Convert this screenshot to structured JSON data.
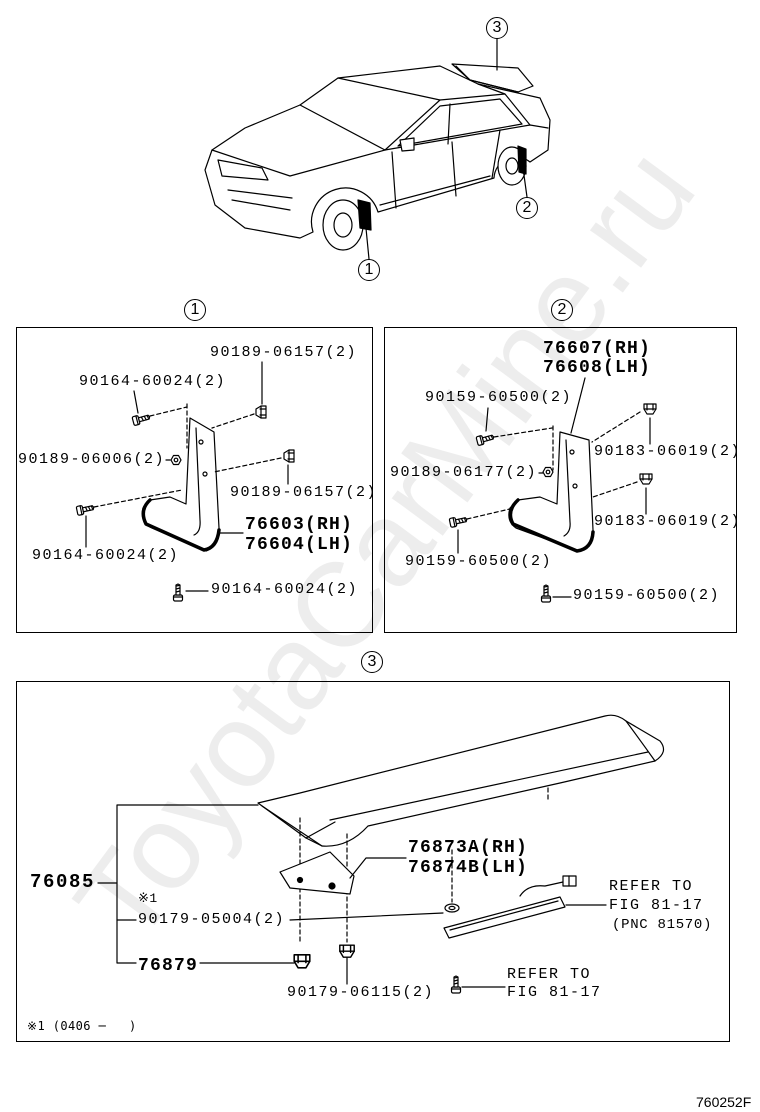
{
  "diagram": {
    "code": "760252F",
    "watermark": "ToyotaCarMine.ru"
  },
  "overview": {
    "callout_3": "3",
    "callout_2": "2",
    "callout_1": "1"
  },
  "section_1": {
    "number": "1",
    "clip_upper": "90189-06157(2)",
    "screw_upper": "90164-60024(2)",
    "nut": "90189-06006(2)",
    "clip_lower": "90189-06157(2)",
    "mudguard_rh": "76603(RH)",
    "mudguard_lh": "76604(LH)",
    "screw_side": "90164-60024(2)",
    "screw_bottom": "90164-60024(2)"
  },
  "section_2": {
    "number": "2",
    "mudguard_rh": "76607(RH)",
    "mudguard_lh": "76608(LH)",
    "screw_upper": "90159-60500(2)",
    "clip_upper": "90183-06019(2)",
    "nut": "90189-06177(2)",
    "clip_lower": "90183-06019(2)",
    "screw_side": "90159-60500(2)",
    "screw_bottom": "90159-60500(2)"
  },
  "section_3": {
    "number": "3",
    "spoiler": "76085",
    "bracket_rh": "76873A(RH)",
    "bracket_lh": "76874B(LH)",
    "note_mark": "※1",
    "washer": "90179-05004(2)",
    "lamp_ref_line1": "REFER TO",
    "lamp_ref_line2": "FIG 81-17",
    "lamp_ref_pnc": "(PNC 81570)",
    "clip": "76879",
    "screw_ref_line1": "REFER TO",
    "screw_ref_line2": "FIG 81-17",
    "clip_nut": "90179-06115(2)",
    "footnote": "※1 (0406 ─   )"
  }
}
